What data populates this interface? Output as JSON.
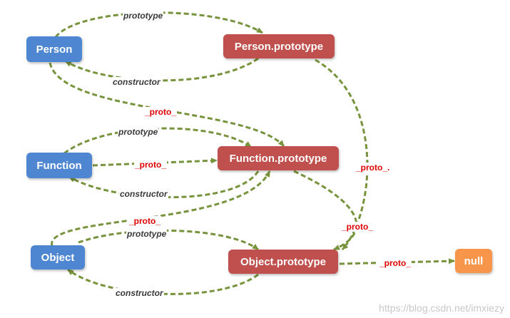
{
  "colors": {
    "blue": "#4f86d1",
    "red": "#c0504d",
    "orange": "#f7964a",
    "arrow": "#77933c"
  },
  "nodes": {
    "person": "Person",
    "person_prototype": "Person.prototype",
    "function": "Function",
    "function_prototype": "Function.prototype",
    "object": "Object",
    "object_prototype": "Object.prototype",
    "null": "null"
  },
  "labels": {
    "prototype": "prototype",
    "constructor": "constructor",
    "proto": "_proto_",
    "proto_dotted": "_proto_."
  },
  "watermark": "https://blog.csdn.net/imxiezy"
}
